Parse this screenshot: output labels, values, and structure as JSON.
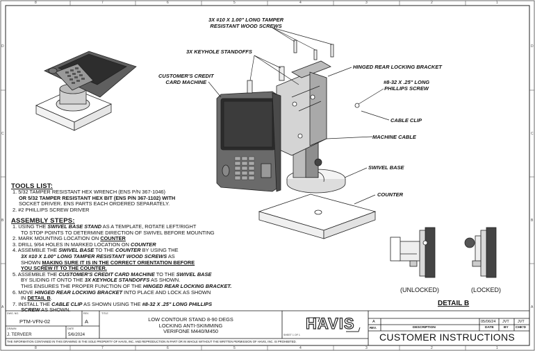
{
  "callouts": {
    "screws": "3X #10 X 1.00\" LONG TAMPER\nRESISTANT WOOD SCREWS",
    "keyhole": "3X KEYHOLE STANDOFFS",
    "hinged": "HINGED REAR LOCKING BRACKET",
    "card_machine": "CUSTOMER'S CREDIT\nCARD MACHINE",
    "phillips": "#8-32 X .25\" LONG\nPHILLIPS SCREW",
    "cable_clip": "CABLE CLIP",
    "machine_cable": "MACHINE CABLE",
    "swivel_base": "SWIVEL BASE",
    "counter": "COUNTER"
  },
  "tools": {
    "heading": "TOOLS LIST:",
    "lines": [
      "1. 5/32 TAMPER RESISTANT HEX WRENCH (ENS P/N 367-1046)",
      "OR 5/32 TAMPER RESISTANT HEX BIT (ENS P/N 367-1102) WITH",
      "SOCKET DRIVER. ENS PARTS EACH ORDERED SEPARATELY.",
      "2. #2 PHILLIPS SCREW DRIVER"
    ]
  },
  "assembly": {
    "heading": "ASSEMBLY STEPS:",
    "s1a": "1. USING THE ",
    "s1b": "SWIVEL BASE STAND",
    "s1c": " AS A TEMPLATE, ROTATE LEFT/RIGHT",
    "s1d": "TO STOP POINTS TO DETERMINE DIRECTION OF SWIVEL BEFORE MOUNTING",
    "s2a": "2. MARK MOUNTING LOCATION ON ",
    "s2b": "COUNTER",
    "s3a": "3. DRILL 9/64 HOLES IN MARKED LOCATION ON ",
    "s3b": "COUNTER",
    "s4a": "4. ASSEMBLE THE ",
    "s4b": "SWIVEL BASE",
    "s4c": " TO THE ",
    "s4d": "COUNTER",
    "s4e": " BY USING THE",
    "s4f": "3X #10 X 1.00\" LONG TAMPER RESISTANT WOOD SCREWS",
    "s4g": " AS",
    "s4h": "SHOWN ",
    "s4i": "MAKING SURE IT IS IN THE CORRECT ORIENTATION BEFORE",
    "s4j": "YOU SCREW IT TO THE COUNTER.",
    "s5a": "5. ASSEMBLE THE ",
    "s5b": "CUSTOMER'S CREDIT CARD MACHINE",
    "s5c": " TO THE ",
    "s5d": "SWIVEL BASE",
    "s5e": "BY SLIDING IT ONTO THE ",
    "s5f": "3X KEYHOLE STANDOFFS",
    "s5g": " AS SHOWN.",
    "s5h": "THIS ENSURES THE PROPER FUNCTION OF THE ",
    "s5i": "HINGED REAR LOCKING BRACKET.",
    "s6a": "6. MOVE ",
    "s6b": "HINGED REAR LOCKING BRACKET",
    "s6c": " INTO PLACE AND LOCK AS SHOWN",
    "s6d": "IN ",
    "s6e": "DETAIL B",
    "s6f": ".",
    "s7a": "7. INSTALL THE ",
    "s7b": "CABLE CLIP",
    "s7c": " AS SHOWN USING THE ",
    "s7d": "#8-32 X .25\" LONG PHILLIPS",
    "s7e": "SCREW",
    "s7f": " AS SHOWN."
  },
  "detail": {
    "unlocked": "(UNLOCKED)",
    "locked": "(LOCKED)",
    "title": "DETAIL B"
  },
  "title_block": {
    "dwg_no_label": "DWG. NO.",
    "dwg_no": "PTM-VFN-02",
    "rev_label": "REV.",
    "rev": "A",
    "title_label": "TITLE",
    "title_lines": [
      "LOW CONTOUR STAND 8-90 DEGS",
      "LOCKING ANTI-SKIMMING",
      "VERIFONE M440/M450"
    ],
    "drawn_label": "DRAWN",
    "drawn_by": "J. TERVEER",
    "date_label": "DATE",
    "date": "5/6/2024",
    "sheet": "SHEET 1 OF 1",
    "logo": "HAVIS",
    "disclaimer": "THE INFORMATION CONTAINED IN THIS DRAWING IS THE SOLE PROPERTY OF HAVIS, INC. AND REPRODUCTION IN PART OR IN WHOLE WITHOUT THE WRITTEN PERMISSION OF HAVIS, INC. IS PROHIBITED.",
    "rev_table": {
      "rev_letter": "A",
      "rev_date": "05/06/24",
      "by1": "JVT",
      "by2": "JVT",
      "col_rev": "REV.",
      "col_desc": "DESCRIPTION",
      "col_date": "DATE",
      "col_by": "BY",
      "col_chkd": "CHK'D"
    },
    "customer": "CUSTOMER INSTRUCTIONS"
  },
  "zones": {
    "columns": [
      "8",
      "7",
      "6",
      "5",
      "4",
      "3",
      "2",
      "1"
    ],
    "rows": [
      "D",
      "C",
      "B",
      "A"
    ]
  }
}
